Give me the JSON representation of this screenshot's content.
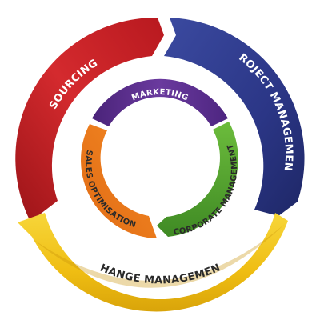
{
  "outer_ring": {
    "sourcing": {
      "label": "SOURCING",
      "color": "#c8202a"
    },
    "project_management": {
      "label": "PROJECT MANAGEMENT",
      "color": "#2e3a8c"
    },
    "change_management": {
      "label": "CHANGE MANAGEMENT",
      "color": "#f2c417"
    }
  },
  "inner_ring": {
    "marketing": {
      "label": "MARKETING",
      "color": "#5b2d8e"
    },
    "corporate_management": {
      "label": "CORPORATE MANAGEMENT",
      "color": "#5aa832"
    },
    "sales_optimisation": {
      "label": "SALES OPTIMISATION",
      "color": "#f07d1c"
    }
  }
}
